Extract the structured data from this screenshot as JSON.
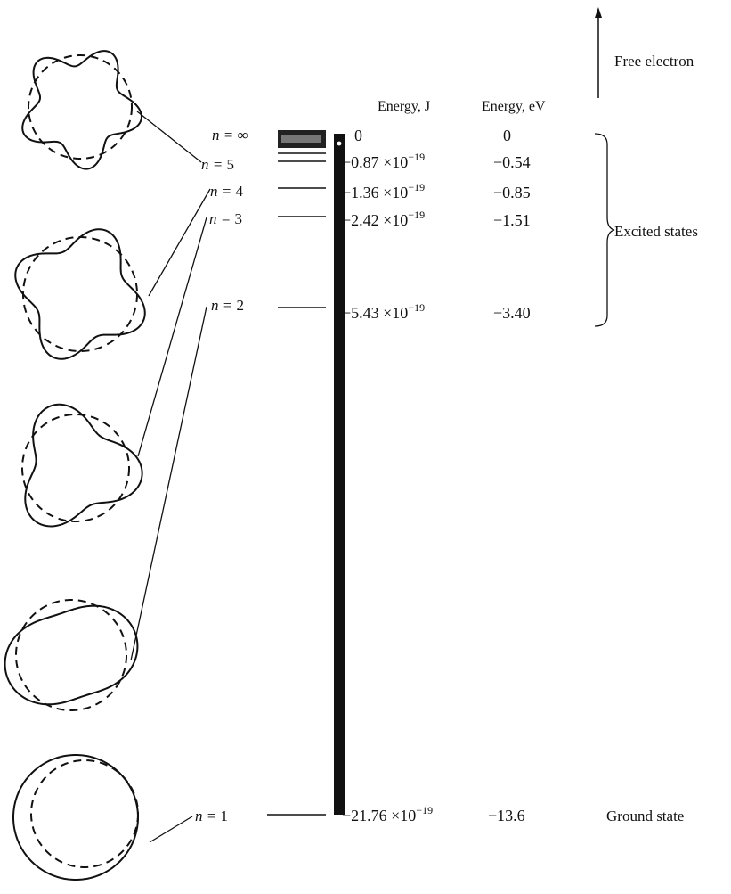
{
  "headers": {
    "energy_j": "Energy, J",
    "energy_ev": "Energy, eV"
  },
  "free_electron_label": "Free electron",
  "excited_states_label": "Excited states",
  "ground_state_label": "Ground state",
  "levels": [
    {
      "n": "∞",
      "energy_j": "0",
      "energy_ev": "0"
    },
    {
      "n": "5",
      "energy_j": "−0.87 ×10",
      "exp": "−19",
      "energy_ev": "−0.54"
    },
    {
      "n": "4",
      "energy_j": "−1.36 ×10",
      "exp": "−19",
      "energy_ev": "−0.85"
    },
    {
      "n": "3",
      "energy_j": "−2.42 ×10",
      "exp": "−19",
      "energy_ev": "−1.51"
    },
    {
      "n": "2",
      "energy_j": "−5.43 ×10",
      "exp": "−19",
      "energy_ev": "−3.40"
    },
    {
      "n": "1",
      "energy_j": "−21.76 ×10",
      "exp": "−19",
      "energy_ev": "−13.6"
    }
  ],
  "n_prefix": "n = "
}
